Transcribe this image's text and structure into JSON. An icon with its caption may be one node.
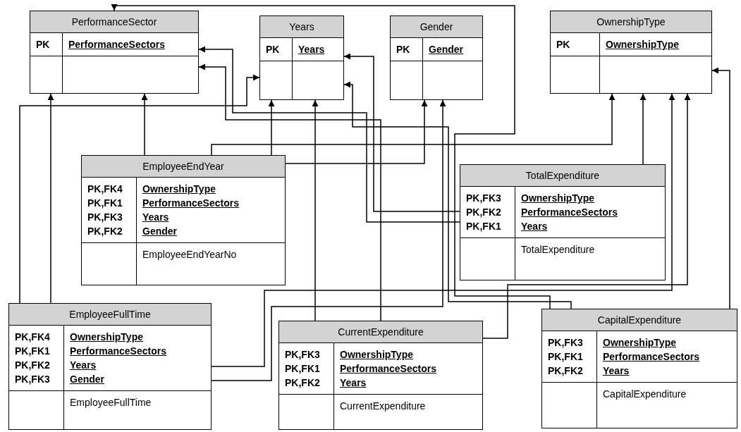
{
  "diagram": {
    "nodes": [
      {
        "text": [
          "PerformanceSector",
          "PK",
          "PerformanceSectors"
        ]
      },
      {
        "text": [
          "Years",
          "PK",
          "Years"
        ]
      },
      {
        "text": [
          "Gender",
          "PK",
          "Gender"
        ]
      },
      {
        "text": [
          "OwnershipType",
          "PK",
          "OwnershipType"
        ]
      },
      {
        "text": [
          "EmployeeEndYear",
          "PK,FK4",
          "OwnershipType",
          "PK,FK1",
          "PerformanceSectors",
          "PK,FK3",
          "Years",
          "PK,FK2",
          "Gender",
          "EmployeeEndYearNo"
        ]
      },
      {
        "text": [
          "TotalExpenditure",
          "PK,FK3",
          "OwnershipType",
          "PK,FK2",
          "PerformanceSectors",
          "PK,FK1",
          "Years",
          "TotalExpenditure"
        ]
      },
      {
        "text": [
          "EmployeeFullTime",
          "PK,FK4",
          "OwnershipType",
          "PK,FK1",
          "PerformanceSectors",
          "PK,FK2",
          "Years",
          "PK,FK3",
          "Gender",
          "EmployeeFullTime"
        ]
      },
      {
        "text": [
          "CurrentExpenditure",
          "PK,FK3",
          "OwnershipType",
          "PK,FK1",
          "PerformanceSectors",
          "PK,FK2",
          "Years",
          "CurrentExpenditure"
        ]
      },
      {
        "text": [
          "CapitalExpenditure",
          "PK,FK3",
          "OwnershipType",
          "PK,FK1",
          "PerformanceSectors",
          "PK,FK2",
          "Years",
          "CapitalExpenditure"
        ]
      }
    ],
    "edges": [
      {
        "from": 4,
        "to": 3,
        "arrow": "to"
      },
      {
        "from": 4,
        "to": 0,
        "arrow": "to"
      },
      {
        "from": 4,
        "to": 1,
        "arrow": "to"
      },
      {
        "from": 4,
        "to": 2,
        "arrow": "to"
      },
      {
        "from": 5,
        "to": 3,
        "arrow": "to"
      },
      {
        "from": 5,
        "to": 0,
        "arrow": "to"
      },
      {
        "from": 5,
        "to": 1,
        "arrow": "to"
      },
      {
        "from": 6,
        "to": 3,
        "arrow": "to"
      },
      {
        "from": 6,
        "to": 0,
        "arrow": "to"
      },
      {
        "from": 6,
        "to": 1,
        "arrow": "to"
      },
      {
        "from": 6,
        "to": 2,
        "arrow": "to"
      },
      {
        "from": 7,
        "to": 3,
        "arrow": "to"
      },
      {
        "from": 7,
        "to": 0,
        "arrow": "to"
      },
      {
        "from": 7,
        "to": 1,
        "arrow": "to"
      },
      {
        "from": 8,
        "to": 3,
        "arrow": "to"
      },
      {
        "from": 8,
        "to": 0,
        "arrow": "to"
      },
      {
        "from": 8,
        "to": 1,
        "arrow": "to"
      }
    ]
  }
}
